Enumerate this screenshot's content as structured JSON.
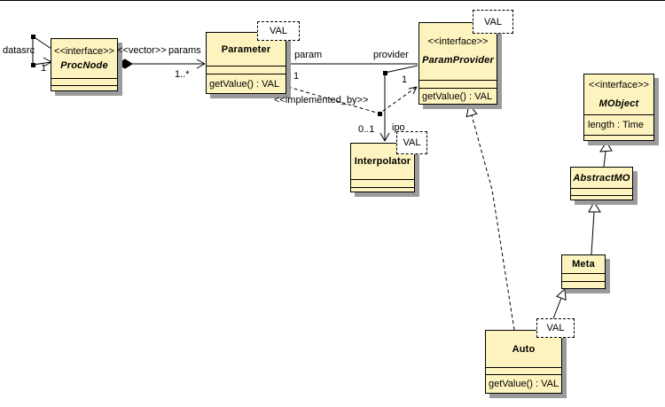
{
  "diagram": {
    "classes": {
      "procnode": {
        "stereotype": "<<interface>>",
        "name": "ProcNode"
      },
      "parameter": {
        "name": "Parameter",
        "operations": "getValue() : VAL",
        "template": "VAL"
      },
      "paramprovider": {
        "stereotype": "<<interface>>",
        "name": "ParamProvider",
        "operations": "getValue() : VAL",
        "template": "VAL"
      },
      "interpolator": {
        "name": "Interpolator",
        "template": "VAL"
      },
      "mobject": {
        "stereotype": "<<interface>>",
        "name": "MObject",
        "attributes": "length : Time"
      },
      "abstractmo": {
        "name": "AbstractMO"
      },
      "meta": {
        "name": "Meta"
      },
      "auto": {
        "name": "Auto",
        "operations": "getValue() : VAL",
        "template": "VAL"
      }
    },
    "labels": {
      "datasrc": "datasrc",
      "datasrc_mult": "1",
      "vector": "<<vector>>",
      "params": "params",
      "params_mult": "1..*",
      "param": "param",
      "provider": "provider",
      "implemented_by": "<<implemented_by>>",
      "impl_mult_param": "1",
      "impl_mult_provider": "1",
      "ipo": "ipo",
      "ipo_mult": "0..1"
    },
    "colors": {
      "class_fill": "#fdf3be",
      "shadow": "#9b9b9b",
      "border": "#000000",
      "background": "#ffffff"
    }
  }
}
